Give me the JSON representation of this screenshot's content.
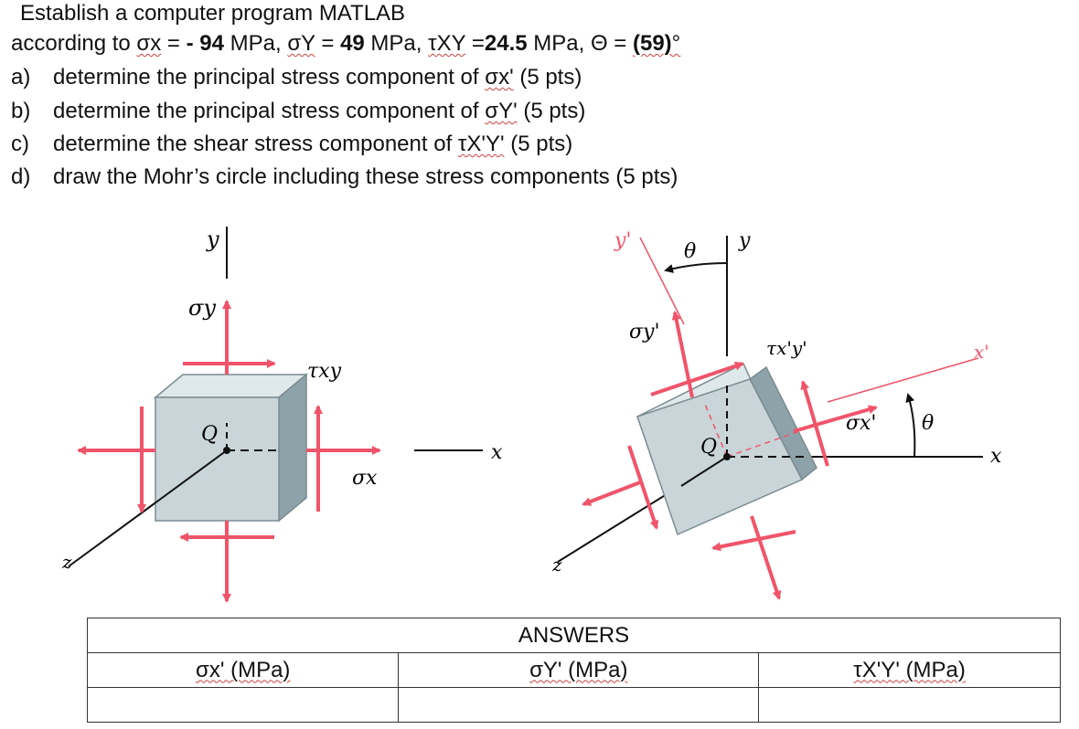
{
  "problem": {
    "title": "Establish a computer program MATLAB",
    "given": {
      "prefix": "according to",
      "sx_symbol": "σx",
      "sx_eq": " = ",
      "sx_value": "- 94",
      "sx_unit": " MPa, ",
      "sy_symbol": "σY",
      "sy_eq": " = ",
      "sy_value": "49",
      "sy_unit": " MPa, ",
      "txy_symbol": "τXY",
      "txy_eq": " =",
      "txy_value": "24.5",
      "txy_unit": " MPa, ",
      "theta_symbol": "Θ",
      "theta_eq": " = ",
      "theta_value": "(59)",
      "theta_unit": "°"
    },
    "items": [
      {
        "letter": "a)",
        "text": "determine the principal stress component of ",
        "symbol": "σx'",
        "points": " (5 pts)"
      },
      {
        "letter": "b)",
        "text": "determine the principal stress component of ",
        "symbol": "σY'",
        "points": " (5 pts)"
      },
      {
        "letter": "c)",
        "text": "determine the shear stress component of ",
        "symbol": "τX'Y'",
        "points": " (5 pts)"
      },
      {
        "letter": "d)",
        "text": "draw the Mohr’s circle including these stress components (5 pts)",
        "symbol": "",
        "points": ""
      }
    ]
  },
  "figure": {
    "left": {
      "y": "y",
      "sigma_y": "σy",
      "tau_xy": "τxy",
      "Q": "Q",
      "sigma_x": "σx",
      "x": "x",
      "z": "z"
    },
    "right": {
      "y_prime": "y'",
      "theta_top": "θ",
      "y": "y",
      "sigma_yprime": "σy'",
      "tau_xpyp": "τx'y'",
      "x_prime": "x'",
      "Q": "Q",
      "sigma_xprime": "σx'",
      "theta_right": "θ",
      "x": "x",
      "z": "z"
    },
    "colors": {
      "arrow": "#f0546a",
      "block_face": "#c9d5d8",
      "block_top": "#dfe8ea",
      "block_side": "#8ea2aa",
      "line": "#111111",
      "rotated_axis": "#f0546a"
    }
  },
  "answers": {
    "header": "ANSWERS",
    "columns": [
      "σx' (MPa)",
      "σY' (MPa)",
      "τX'Y' (MPa)"
    ],
    "values": [
      "",
      "",
      ""
    ]
  }
}
